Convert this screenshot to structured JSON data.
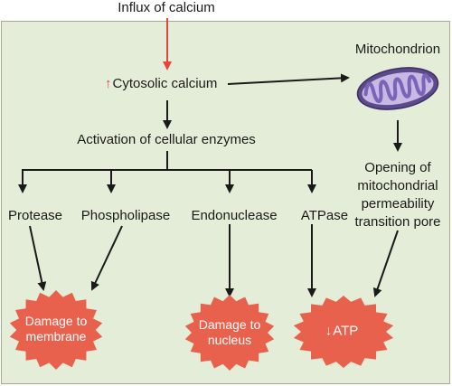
{
  "nodes": {
    "influx": "Influx of calcium",
    "cytosolic": "Cytosolic calcium",
    "mitochondrion": "Mitochondrion",
    "activation": "Activation of cellular enzymes",
    "protease": "Protease",
    "phospholipase": "Phospholipase",
    "endonuclease": "Endonuclease",
    "atpase": "ATPase",
    "mptp_line1": "Opening of",
    "mptp_line2": "mitochondrial",
    "mptp_line3": "permeability",
    "mptp_line4": "transition pore"
  },
  "outcomes": {
    "membrane_line1": "Damage to",
    "membrane_line2": "membrane",
    "nucleus_line1": "Damage to",
    "nucleus_line2": "nucleus",
    "atp": "ATP"
  },
  "icons": {
    "increase": "up-arrow-icon",
    "decrease": "down-arrow-icon",
    "organelle": "mitochondrion-icon"
  },
  "colors": {
    "panel_bg": "#e4edd7",
    "burst_fill": "#e8614d",
    "influx_arrow": "#e8443a",
    "arrow": "#1a1a1a"
  }
}
